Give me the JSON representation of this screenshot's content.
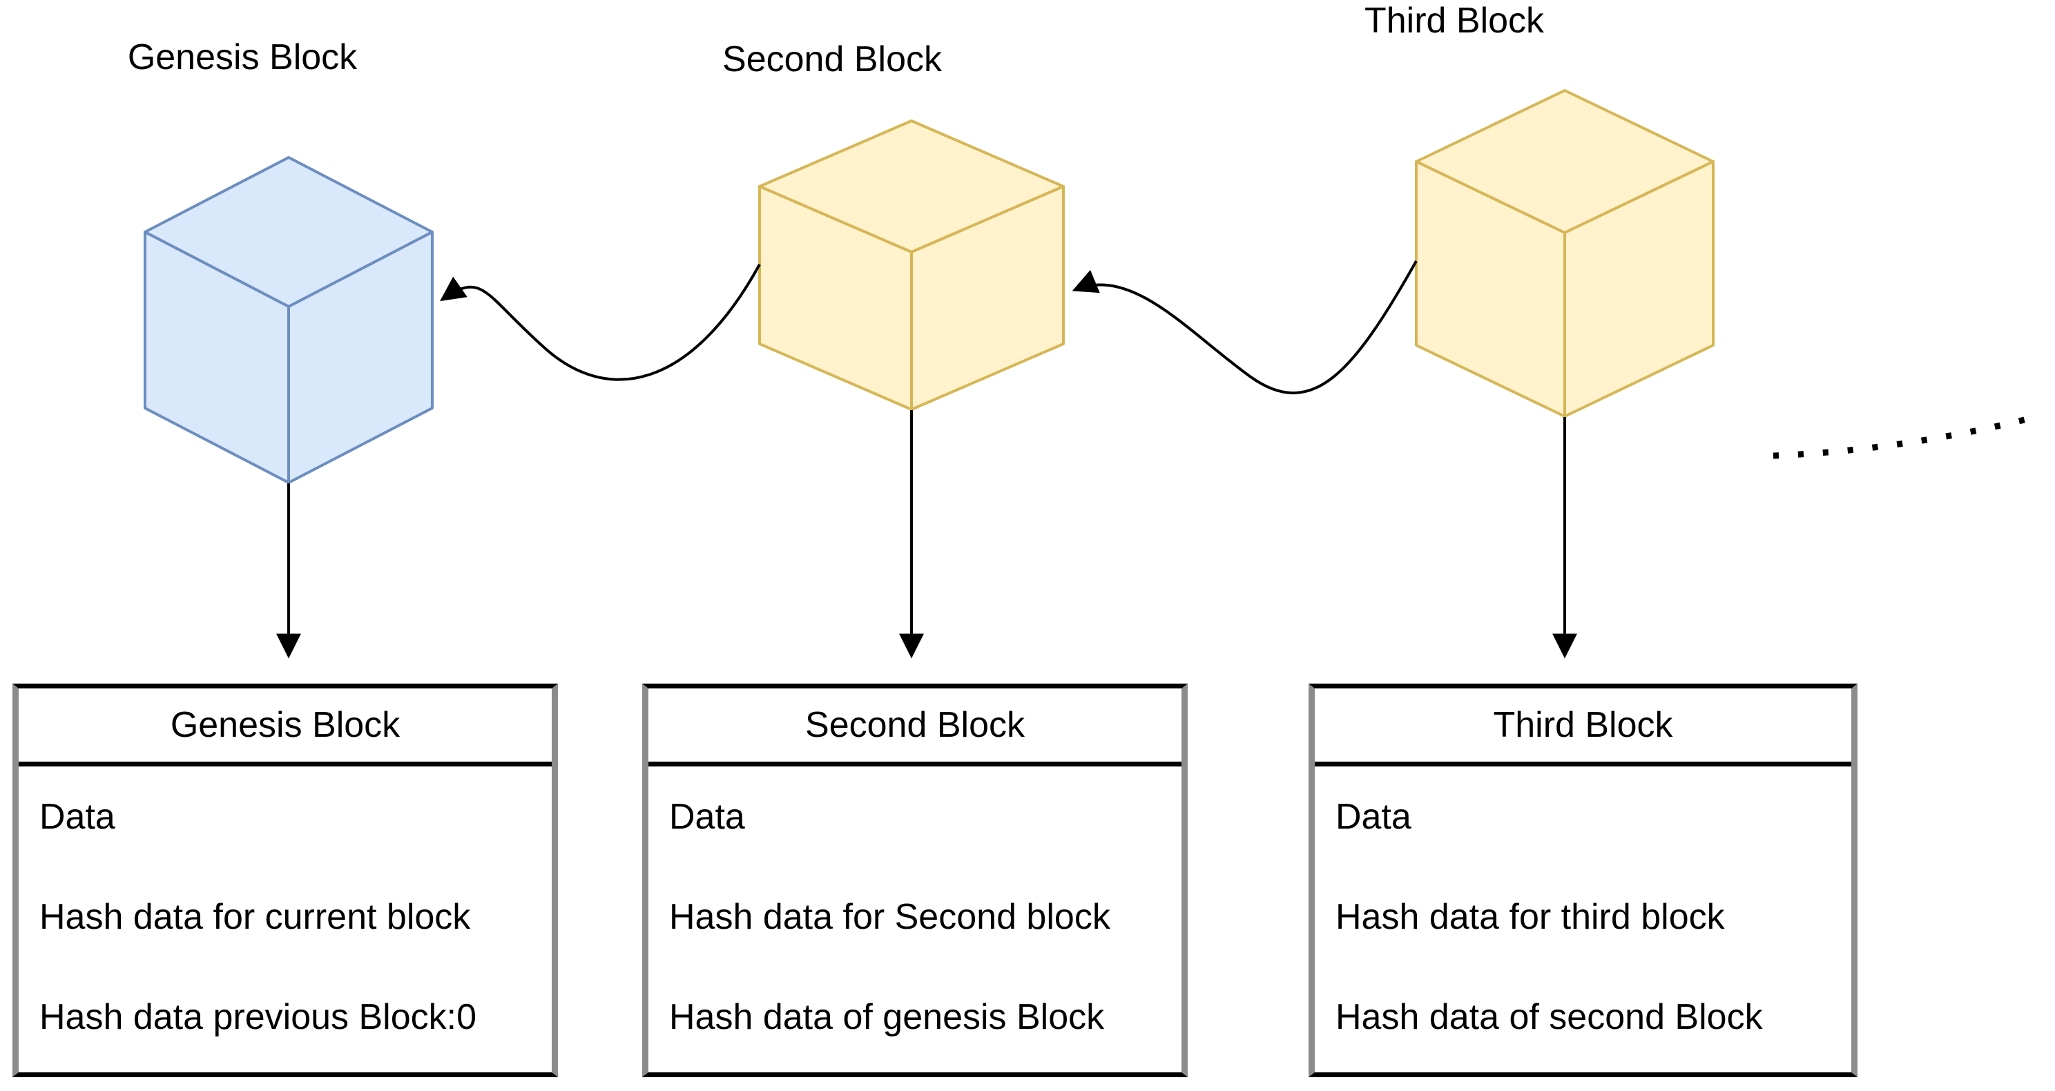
{
  "diagram": {
    "background": "#ffffff",
    "arrow_color": "#000000",
    "table_border": {
      "horizontal": "#000000",
      "vertical": "#8c8c8c"
    },
    "cubes": {
      "genesis": {
        "label": "Genesis Block",
        "fill": "#dae8fc",
        "stroke": "#6c8ebf"
      },
      "second": {
        "label": "Second Block",
        "fill": "#fff2cc",
        "stroke": "#d6b656"
      },
      "third": {
        "label": "Third Block",
        "fill": "#fff2cc",
        "stroke": "#d6b656"
      }
    },
    "tables": [
      {
        "title": "Genesis Block",
        "rows": [
          "Data",
          "Hash data for current block",
          "Hash data previous Block:0"
        ]
      },
      {
        "title": "Second Block",
        "rows": [
          "Data",
          "Hash data for Second block",
          "Hash data of genesis Block"
        ]
      },
      {
        "title": "Third Block",
        "rows": [
          "Data",
          "Hash data for third block",
          "Hash data of second Block"
        ]
      }
    ]
  }
}
